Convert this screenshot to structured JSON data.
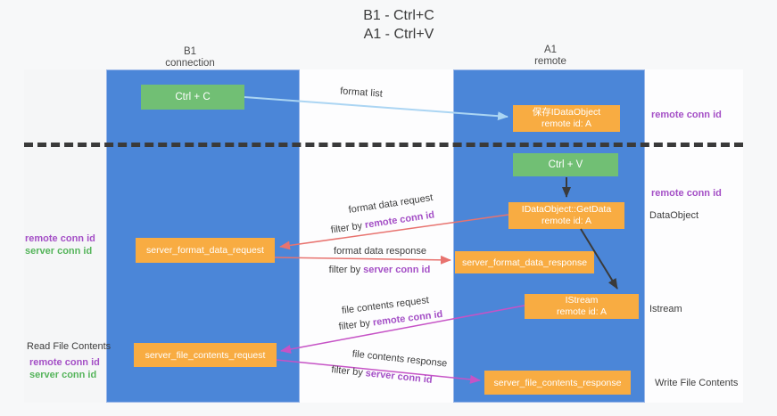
{
  "title": {
    "line1": "B1 - Ctrl+C",
    "line2": "A1 - Ctrl+V"
  },
  "lanes": {
    "b1": {
      "title": "B1",
      "subtitle": "connection"
    },
    "a1": {
      "title": "A1",
      "subtitle": "remote"
    }
  },
  "nodes": {
    "ctrl_c": {
      "label": "Ctrl + C"
    },
    "save_idataobject": {
      "line1": "保存IDataObject",
      "line2": "remote id: A"
    },
    "ctrl_v": {
      "label": "Ctrl + V"
    },
    "getdata": {
      "line1": "IDataObject::GetData",
      "line2": "remote id: A"
    },
    "format_request": {
      "label": "server_format_data_request"
    },
    "format_response": {
      "label": "server_format_data_response"
    },
    "istream": {
      "line1": "IStream",
      "line2": "remote id: A"
    },
    "file_request": {
      "label": "server_file_contents_request"
    },
    "file_response": {
      "label": "server_file_contents_response"
    }
  },
  "edges": {
    "format_list": {
      "label": "format list"
    },
    "format_data_request": {
      "label": "format data request",
      "filter_prefix": "filter by",
      "filter_key": "remote conn id"
    },
    "format_data_response": {
      "label": "format data response",
      "filter_prefix": "filter by",
      "filter_key": "server conn id"
    },
    "file_contents_request": {
      "label": "file contents request",
      "filter_prefix": "filter by",
      "filter_key": "remote conn id"
    },
    "file_contents_response": {
      "label": "file contents response",
      "filter_prefix": "filter by",
      "filter_key": "server conn id"
    }
  },
  "annotations": {
    "right": {
      "remote_conn_top": "remote conn id",
      "remote_conn_mid": "remote conn id",
      "dataobject": "DataObject",
      "istream": "Istream",
      "write_file_contents": "Write File Contents"
    },
    "left": {
      "remote_conn_mid": "remote conn id",
      "server_conn_mid": "server conn id",
      "read_file_contents": "Read File Contents",
      "remote_conn_bottom": "remote conn id",
      "server_conn_bottom": "server conn id"
    }
  },
  "colors": {
    "lane_fill": "#4b86d8",
    "lane_border": "#9ab7e8",
    "node_green": "#71bf74",
    "node_orange": "#f8ac42",
    "arrow_blue": "#abd5f3",
    "arrow_red": "#e8736f",
    "arrow_magenta": "#c653c6",
    "arrow_black": "#3a3a3a",
    "highlight_purple": "#a44fc6",
    "highlight_green": "#54b45a",
    "divider": "#3a3a3a"
  }
}
